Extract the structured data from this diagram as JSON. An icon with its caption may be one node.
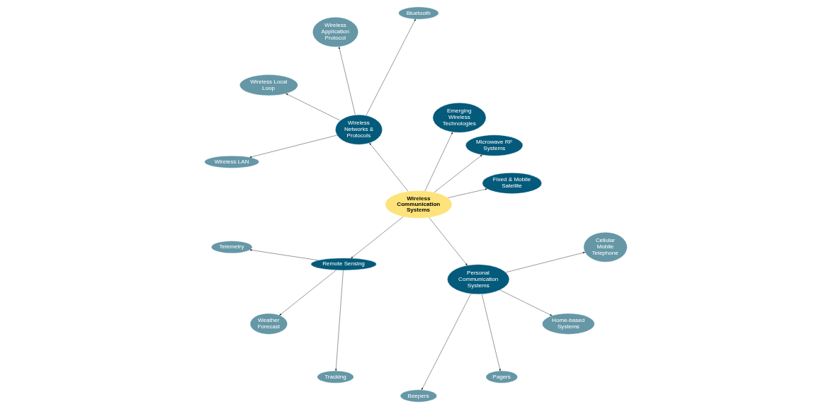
{
  "diagram": {
    "nodes": [
      {
        "text": [
          "Wireless Communication Systems"
        ]
      },
      {
        "text": [
          "Fixed & Mobile Satellite"
        ]
      },
      {
        "text": [
          "Microwave RF Systems"
        ]
      },
      {
        "text": [
          "Emerging Wireless Technologies"
        ]
      },
      {
        "text": [
          "Wireless Networks & Protocols"
        ]
      },
      {
        "text": [
          "Remote Sensing"
        ]
      },
      {
        "text": [
          "Personal Communication Systems"
        ]
      },
      {
        "text": [
          "Bluetooth"
        ]
      },
      {
        "text": [
          "Wireless Application Protocol"
        ]
      },
      {
        "text": [
          "Wireless Local Loop"
        ]
      },
      {
        "text": [
          "Wireless LAN"
        ]
      },
      {
        "text": [
          "Telemetry"
        ]
      },
      {
        "text": [
          "Weather Forecast"
        ]
      },
      {
        "text": [
          "Tracking"
        ]
      },
      {
        "text": [
          "Beepers"
        ]
      },
      {
        "text": [
          "Pagers"
        ]
      },
      {
        "text": [
          "Home-based Systems"
        ]
      },
      {
        "text": [
          "Cellular Mobile Telephone"
        ]
      }
    ],
    "edges": [
      {
        "from": 0,
        "to": 1,
        "arrow": "to"
      },
      {
        "from": 0,
        "to": 2,
        "arrow": "to"
      },
      {
        "from": 0,
        "to": 3,
        "arrow": "to"
      },
      {
        "from": 0,
        "to": 4,
        "arrow": "to"
      },
      {
        "from": 0,
        "to": 5,
        "arrow": "to"
      },
      {
        "from": 0,
        "to": 6,
        "arrow": "to"
      },
      {
        "from": 4,
        "to": 7,
        "arrow": "to"
      },
      {
        "from": 4,
        "to": 8,
        "arrow": "to"
      },
      {
        "from": 4,
        "to": 9,
        "arrow": "to"
      },
      {
        "from": 4,
        "to": 10,
        "arrow": "to"
      },
      {
        "from": 5,
        "to": 11,
        "arrow": "to"
      },
      {
        "from": 5,
        "to": 12,
        "arrow": "to"
      },
      {
        "from": 5,
        "to": 13,
        "arrow": "to"
      },
      {
        "from": 6,
        "to": 14,
        "arrow": "to"
      },
      {
        "from": 6,
        "to": 15,
        "arrow": "to"
      },
      {
        "from": 6,
        "to": 16,
        "arrow": "to"
      },
      {
        "from": 6,
        "to": 17,
        "arrow": "to"
      }
    ]
  }
}
